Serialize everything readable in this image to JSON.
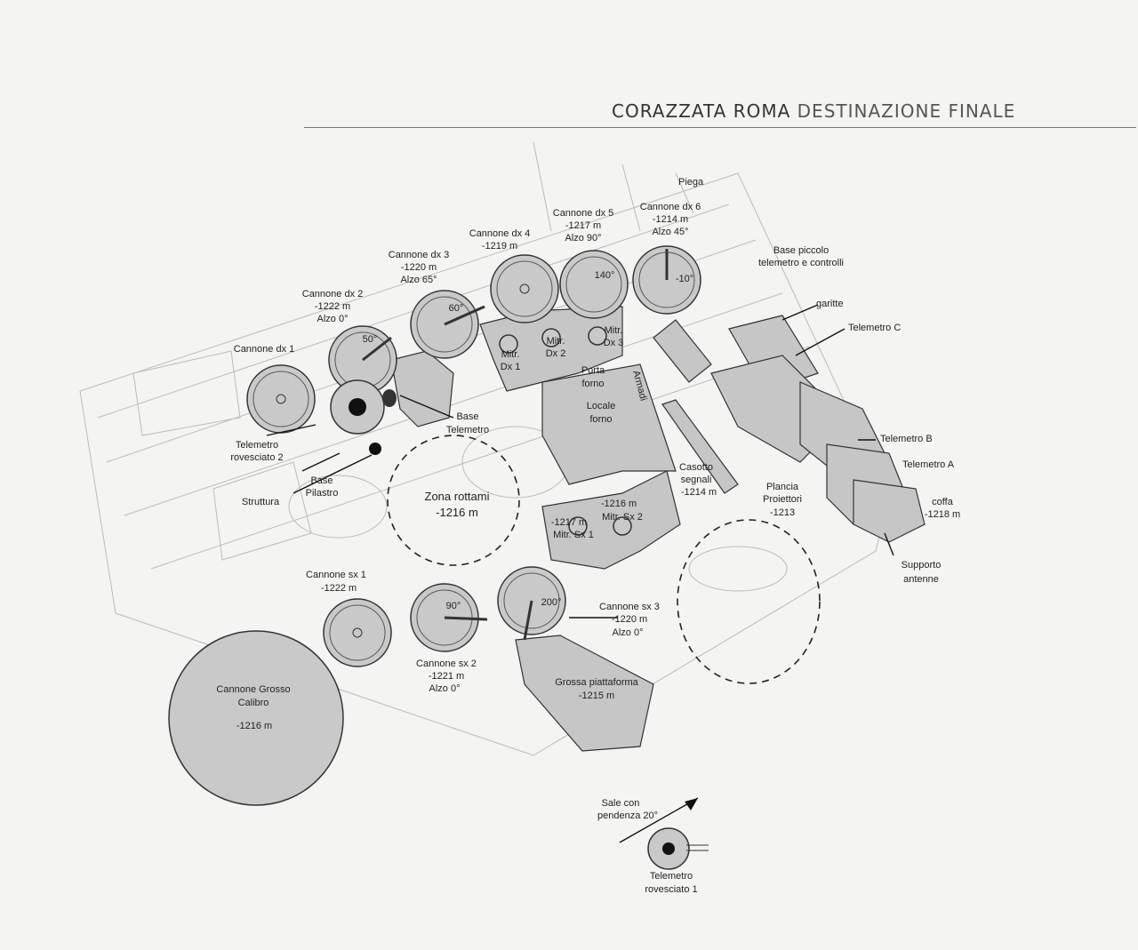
{
  "header": {
    "title": "CORAZZATA ROMA",
    "subtitle": "DESTINAZIONE FINALE"
  },
  "labels": {
    "piega": "Piega",
    "dx6": [
      "Cannone dx 6",
      "-1214 m",
      "Alzo 45°"
    ],
    "dx5": [
      "Cannone dx 5",
      "-1217 m",
      "Alzo 90°"
    ],
    "dx4": [
      "Cannone dx 4",
      "-1219 m"
    ],
    "dx3": [
      "Cannone dx 3",
      "-1220 m",
      "Alzo 65°"
    ],
    "dx2": [
      "Cannone dx 2",
      "-1222 m",
      "Alzo 0°"
    ],
    "dx1": "Cannone dx 1",
    "base_piccolo": [
      "Base piccolo",
      "telemetro e controlli"
    ],
    "garitte": "garitte",
    "telemetro_c": "Telemetro C",
    "telemetro_b": "Telemetro B",
    "telemetro_a": "Telemetro A",
    "coffa": [
      "coffa",
      "-1218 m"
    ],
    "supporto": [
      "Supporto",
      "antenne"
    ],
    "angle_dx5": "140°",
    "angle_dx6": "-10°",
    "angle_dx3": "60°",
    "angle_dx2": "50°",
    "angle_sx2": "90°",
    "angle_sx3": "200°",
    "mitr_dx1": [
      "Mitr.",
      "Dx 1"
    ],
    "mitr_dx2": [
      "Mitr.",
      "Dx 2"
    ],
    "mitr_dx3": [
      "Mitr.",
      "Dx 3"
    ],
    "porta_forno": [
      "Porta",
      "forno"
    ],
    "armadi": "Armadi",
    "locale_forno": [
      "Locale",
      "forno"
    ],
    "base_telemetro": [
      "Base",
      "Telemetro"
    ],
    "telemetro_rov2": [
      "Telemetro",
      "rovesciato 2"
    ],
    "base_pilastro": [
      "Base",
      "Pilastro"
    ],
    "struttura": "Struttura",
    "zona_rottami": [
      "Zona rottami",
      "-1216 m"
    ],
    "casotto": [
      "Casotto",
      "segnali",
      "-1214 m"
    ],
    "plancia": [
      "Plancia",
      "Proiettori",
      "-1213"
    ],
    "mitr_sx2": [
      "-1216 m",
      "Mitr. Sx 2"
    ],
    "mitr_sx1": [
      "-1217 m",
      "Mitr. Sx 1"
    ],
    "sx1": [
      "Cannone sx 1",
      "-1222 m"
    ],
    "sx3": [
      "Cannone sx 3",
      "-1220 m",
      "Alzo 0°"
    ],
    "sx2": [
      "Cannone sx 2",
      "-1221 m",
      "Alzo 0°"
    ],
    "grosso": [
      "Cannone Grosso",
      "Calibro",
      "-1216 m"
    ],
    "piattaforma": [
      "Grossa piattaforma",
      "-1215 m"
    ],
    "sale": [
      "Sale con",
      "pendenza 20°"
    ],
    "telemetro_rov1": [
      "Telemetro",
      "rovesciato 1"
    ]
  }
}
